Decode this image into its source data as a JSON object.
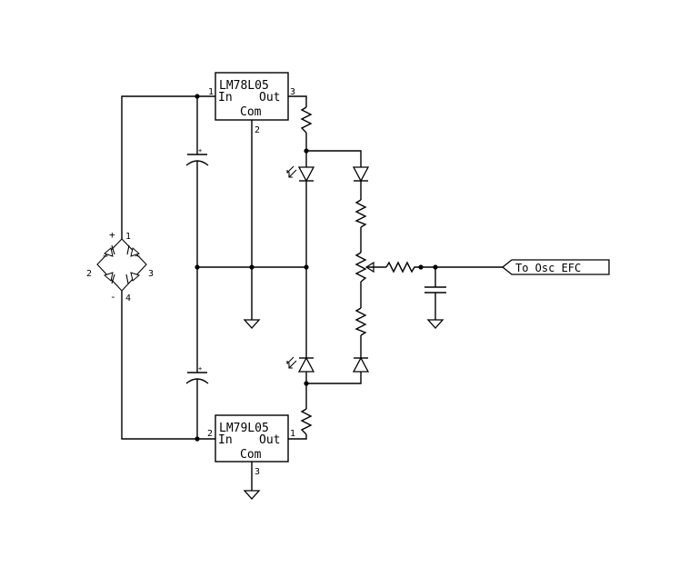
{
  "regulators": {
    "top": {
      "part": "LM78L05",
      "in_label": "In",
      "out_label": "Out",
      "com_label": "Com",
      "in_pin": "1",
      "out_pin": "3",
      "com_pin": "2"
    },
    "bottom": {
      "part": "LM79L05",
      "in_label": "In",
      "out_label": "Out",
      "com_label": "Com",
      "in_pin": "2",
      "out_pin": "1",
      "com_pin": "3"
    }
  },
  "bridge": {
    "pin_plus": "1",
    "pin_minus": "4",
    "pin_ac_left": "2",
    "pin_ac_right": "3",
    "sign_plus": "+",
    "sign_minus": "-",
    "sign_ac": "~"
  },
  "capacitors": {
    "polarity_mark": "+"
  },
  "output_label": "To Osc EFC"
}
